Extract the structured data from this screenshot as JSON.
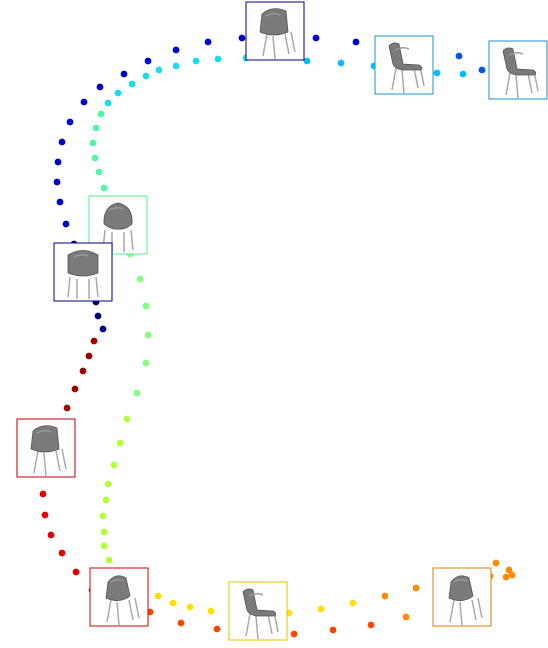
{
  "diagram": {
    "type": "viewpoint-trajectory",
    "subject": "chair",
    "colors": {
      "navy": "#000080",
      "blue": "#0000cd",
      "mid_blue": "#0055ee",
      "cyan": "#00bfff",
      "aqua": "#1adcea",
      "mint": "#55f5a8",
      "green": "#80ff80",
      "yellow_green": "#b5ff3a",
      "yellow": "#ffe000",
      "orange": "#ff8c00",
      "red_orange": "#ff4500",
      "red": "#e00000",
      "dark_red": "#a00000",
      "chair_gray": "#7a7a7a",
      "leg_gray": "#a9a9a9"
    },
    "trajectories": [
      {
        "name": "outer",
        "color_start": "#000080",
        "color_end": "#ff8c00"
      },
      {
        "name": "inner",
        "color_start": "#0055ee",
        "color_end": "#ff8c00"
      }
    ],
    "thumbnails": [
      {
        "id": "thumb-1",
        "border": "#000080",
        "view": "front-left"
      },
      {
        "id": "thumb-2",
        "border": "#1e90c8",
        "view": "side"
      },
      {
        "id": "thumb-3",
        "border": "#1e90c8",
        "view": "side"
      },
      {
        "id": "thumb-4",
        "border": "#55ee88",
        "view": "front"
      },
      {
        "id": "thumb-5",
        "border": "#000080",
        "view": "back"
      },
      {
        "id": "thumb-6",
        "border": "#b00000",
        "view": "front-left"
      },
      {
        "id": "thumb-7",
        "border": "#d00000",
        "view": "front-right"
      },
      {
        "id": "thumb-8",
        "border": "#e6c200",
        "view": "side"
      },
      {
        "id": "thumb-9",
        "border": "#d98000",
        "view": "front-right"
      }
    ]
  }
}
